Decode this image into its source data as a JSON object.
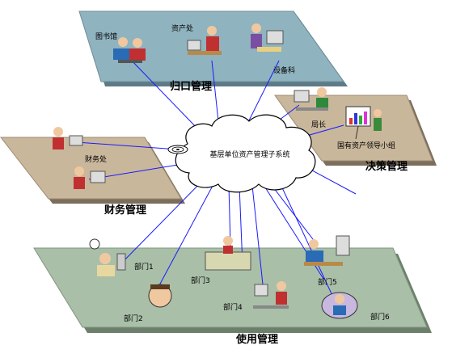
{
  "center": {
    "label": "基层单位资产管理子系统"
  },
  "planes": {
    "top": {
      "title": "归口管理",
      "labels": [
        "图书馆",
        "资产处",
        "设备科"
      ]
    },
    "right": {
      "title": "决策管理",
      "labels": [
        "局长",
        "国有资产领导小组"
      ]
    },
    "left": {
      "title": "财务管理",
      "labels": [
        "财务处"
      ]
    },
    "bottom": {
      "title": "使用管理",
      "labels": [
        "部门1",
        "部门2",
        "部门3",
        "部门4",
        "部门5",
        "部门6"
      ]
    }
  },
  "colors": {
    "top_plane": "#8fb3bf",
    "right_plane": "#c9b79c",
    "left_plane": "#c9b79c",
    "bottom_plane": "#a9bfa8",
    "link": "#1a1aff"
  }
}
